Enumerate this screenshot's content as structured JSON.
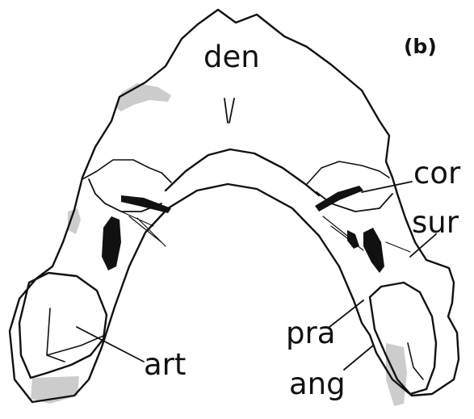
{
  "panel_label": "(b)",
  "labels": {
    "den": "den",
    "cor": "cor",
    "sur": "sur",
    "pra": "pra",
    "ang": "ang",
    "art": "art"
  },
  "colors": {
    "ink": "#111111",
    "shade": "#cccccc",
    "paper": "#ffffff"
  }
}
